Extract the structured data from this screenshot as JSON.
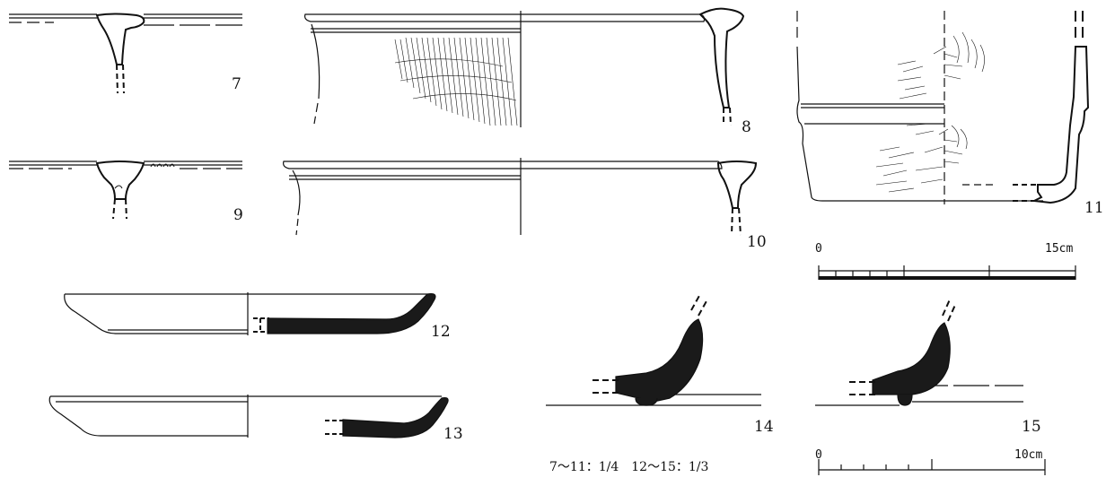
{
  "figures": [
    {
      "id": "fig-7",
      "label": "7"
    },
    {
      "id": "fig-8",
      "label": "8"
    },
    {
      "id": "fig-9",
      "label": "9"
    },
    {
      "id": "fig-10",
      "label": "10"
    },
    {
      "id": "fig-11",
      "label": "11"
    },
    {
      "id": "fig-12",
      "label": "12"
    },
    {
      "id": "fig-13",
      "label": "13"
    },
    {
      "id": "fig-14",
      "label": "14"
    },
    {
      "id": "fig-15",
      "label": "15"
    }
  ],
  "scales": {
    "upper": {
      "zero": "0",
      "max": "15cm"
    },
    "lower": {
      "zero": "0",
      "max": "10cm"
    }
  },
  "ratio_note": "7～11：1/4　12～15：1/3",
  "colors": {
    "ink": "#111111",
    "fill": "#1a1a1a",
    "paper": "#ffffff"
  }
}
